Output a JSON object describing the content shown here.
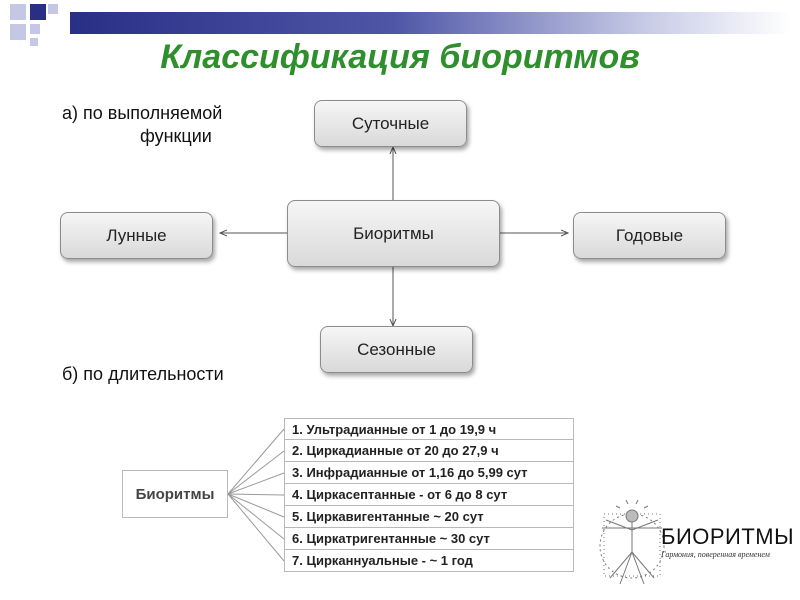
{
  "title": "Классификация биоритмов",
  "section_a": {
    "label_line1": "а) по выполняемой",
    "label_line2": "функции"
  },
  "section_b": {
    "label": "б) по длительности"
  },
  "function_diagram": {
    "center": "Биоритмы",
    "top": "Суточные",
    "left": "Лунные",
    "right": "Годовые",
    "bottom": "Сезонные"
  },
  "duration_diagram": {
    "root": "Биоритмы",
    "items": [
      "1. Ультрадианные от 1 до 19,9 ч",
      "2. Циркадианные  от 20 до 27,9 ч",
      "3. Инфрадианные  от 1,16 до 5,99 сут",
      "4. Циркасептанные - от 6 до 8 сут",
      "5. Циркавигентанные  ~ 20 сут",
      "6. Циркатригентанные  ~ 30 сут",
      "7. Цирканнуальные - ~ 1 год"
    ]
  },
  "logo": {
    "title": "БИОРИТМЫ",
    "subtitle": "Гармония, поверенная временем",
    "icon": "vitruvian-man-icon"
  },
  "colors": {
    "title": "#2e8f2c",
    "header_bar": "#2a2f86",
    "node_border": "#8c8c8c"
  }
}
